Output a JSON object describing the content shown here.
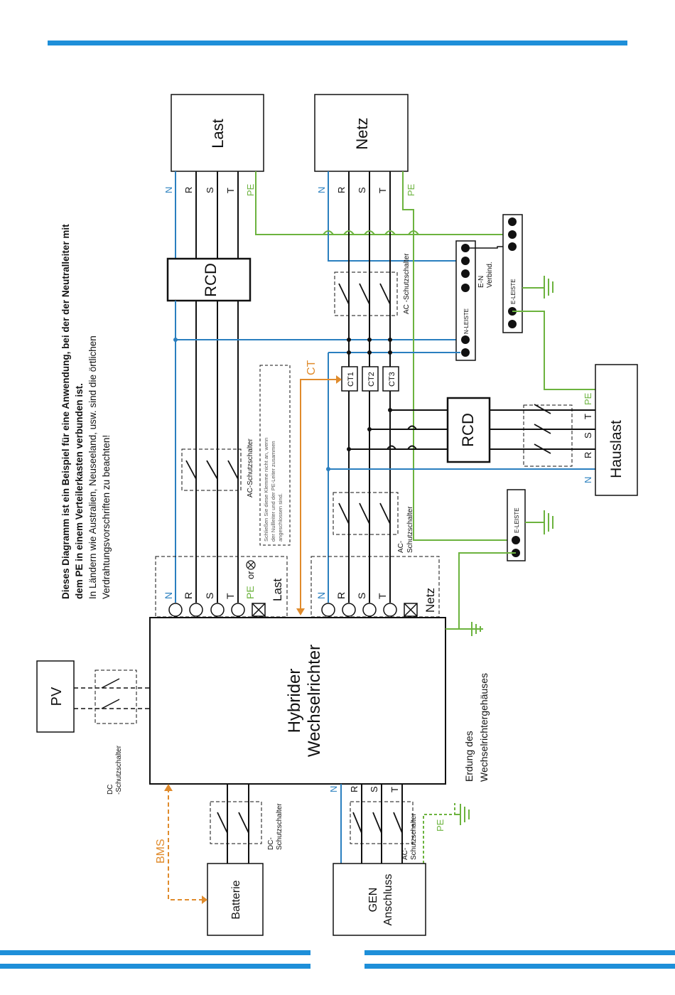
{
  "colors": {
    "accent": "#1e8fd9",
    "neutral_wire": "#2a7fbf",
    "pe_wire": "#6cb33e",
    "ct_bms": "#e08b2c",
    "line": "#1a1a1a"
  },
  "note": {
    "line1": "Dieses Diagramm ist ein Beispiel für eine Anwendung, bei der der Neutralleiter mit",
    "line2": "dem PE in einem Verteilerkasten verbunden ist.",
    "line3": "In Ländern wie Australien, Neuseeland, usw. sind die örtlichen",
    "line4": "Verdrahtungsvorschriften zu beachten!"
  },
  "boxes": {
    "last": "Last",
    "netz": "Netz",
    "rcd_top": "RCD",
    "rcd_mid": "RCD",
    "hauslast": "Hauslast",
    "pv": "PV",
    "inverter_line1": "Hybrider",
    "inverter_line2": "Wechselrichter",
    "batterie": "Batterie",
    "gen_line1": "GEN",
    "gen_line2": "Anschluss"
  },
  "terminals": {
    "load_group": "Last",
    "grid_group": "Netz",
    "pe_or": "or"
  },
  "phases": {
    "n": "N",
    "r": "R",
    "s": "S",
    "t": "T",
    "pe": "PE"
  },
  "labels": {
    "ac_breaker": "AC-Schutzschalter",
    "ac_breaker_spaced": "AC -Schutzschalter",
    "ac_breaker_split1": "AC-",
    "ac_breaker_split2": "Schutzschalter",
    "dc_breaker_split1": "DC",
    "dc_breaker_split2": "-Schutzschalter",
    "dc_breaker2_split1": "DC-",
    "dc_breaker2_split2": "Schutzschalter",
    "ct": "CT",
    "ct1": "CT1",
    "ct2": "CT2",
    "ct3": "CT3",
    "bms": "BMS",
    "n_leiste": "N-LEISTE",
    "e_leiste": "E-LEISTE",
    "en_line1": "E-N",
    "en_line2": "Verbind.",
    "ground_line1": "Erdung des",
    "ground_line2": "Wechselrichtergehäuses",
    "terminal_note_1": "Schließen Sie diese Klemme nicht an, wenn",
    "terminal_note_2": "der Nullleiter und der PE-Leiter zusammen",
    "terminal_note_3": "angeschlossen sind."
  }
}
